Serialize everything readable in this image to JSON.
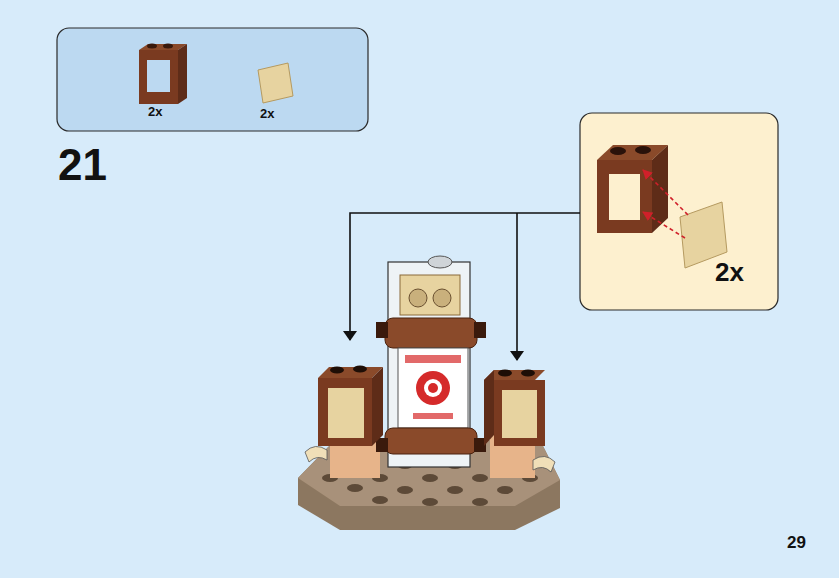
{
  "diagram": {
    "nodes": [
      {
        "text": [
          "2x",
          "2x"
        ]
      },
      {
        "text": [
          "2x"
        ]
      }
    ],
    "labels": [
      "21",
      "29"
    ]
  }
}
